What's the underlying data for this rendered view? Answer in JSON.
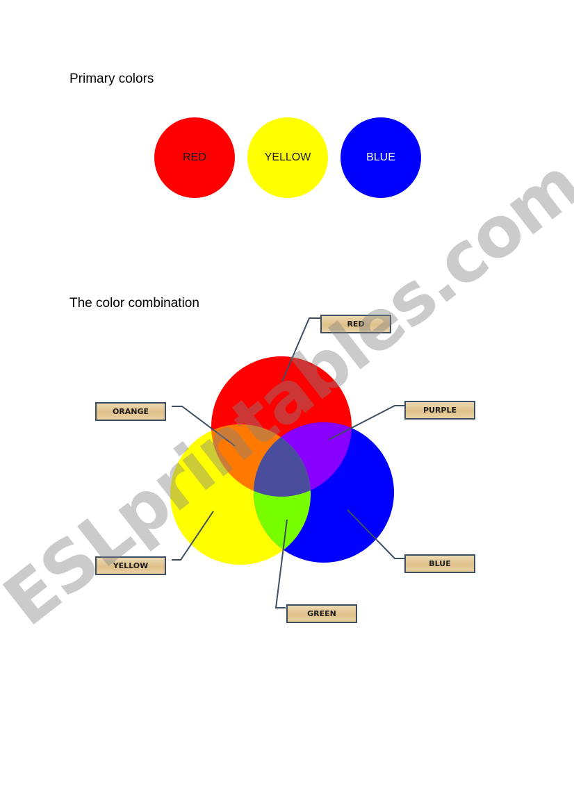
{
  "section_primary": {
    "title": "Primary colors"
  },
  "primary_colors": [
    {
      "label": "RED",
      "fill": "#ff0000",
      "text_color": "#1a1a1a"
    },
    {
      "label": "YELLOW",
      "fill": "#ffff00",
      "text_color": "#1a1a1a"
    },
    {
      "label": "BLUE",
      "fill": "#0000ff",
      "text_color": "#ffffff"
    }
  ],
  "section_combination": {
    "title": "The color combination"
  },
  "venn": {
    "circles": [
      {
        "name": "red",
        "fill": "#ff0000"
      },
      {
        "name": "yellow",
        "fill": "#ffff00"
      },
      {
        "name": "blue",
        "fill": "#0000ff"
      }
    ],
    "mixes": {
      "orange": "#ff7800",
      "purple": "#8800ff",
      "green": "#77ff00",
      "center": "#4a4d9c"
    }
  },
  "labels": {
    "red": "RED",
    "orange": "ORANGE",
    "purple": "PURPLE",
    "yellow": "YELLOW",
    "blue": "BLUE",
    "green": "GREEN"
  },
  "watermark": "ESLprintables.com"
}
